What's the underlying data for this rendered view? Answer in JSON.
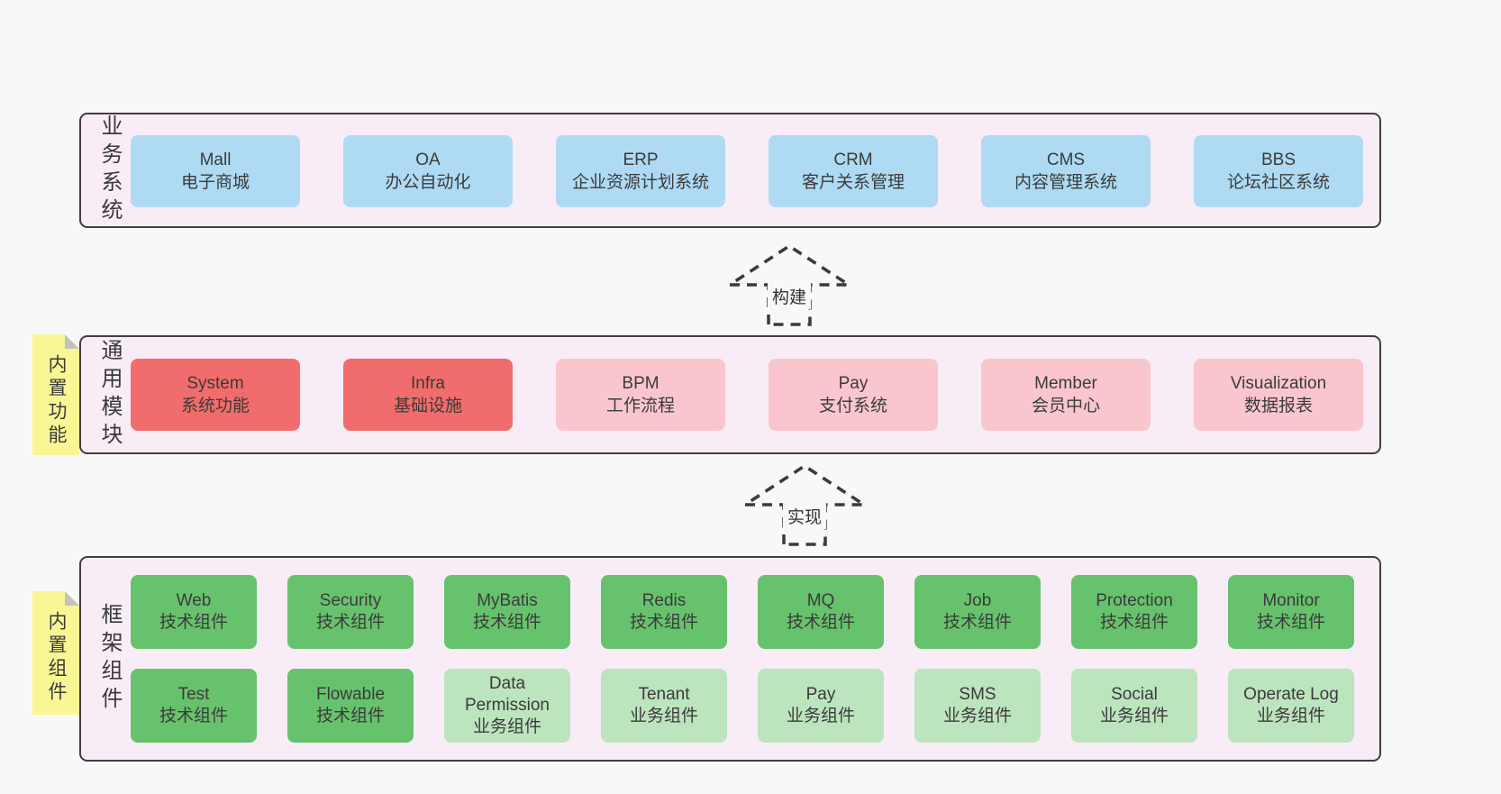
{
  "palette": {
    "blue": "#aedaf3",
    "red": "#f16c6c",
    "pink": "#f9c6ce",
    "green": "#67c26d",
    "light_green": "#bce4bd",
    "note_yellow": "#f8f793",
    "fold_gray": "#c2c2c2",
    "layer_bg": "#f8edf6",
    "border_dark": "#3f3f3f"
  },
  "arrows": {
    "build": "构建",
    "implement": "实现"
  },
  "layers": {
    "business": {
      "label": "业务系统",
      "rows": [
        [
          {
            "title": "Mall",
            "subtitle": "电子商城",
            "variant": "blue"
          },
          {
            "title": "OA",
            "subtitle": "办公自动化",
            "variant": "blue"
          },
          {
            "title": "ERP",
            "subtitle": "企业资源计划系统",
            "variant": "blue"
          },
          {
            "title": "CRM",
            "subtitle": "客户关系管理",
            "variant": "blue"
          },
          {
            "title": "CMS",
            "subtitle": "内容管理系统",
            "variant": "blue"
          },
          {
            "title": "BBS",
            "subtitle": "论坛社区系统",
            "variant": "blue"
          }
        ]
      ]
    },
    "modules": {
      "label": "通用模块",
      "note": "内置功能",
      "rows": [
        [
          {
            "title": "System",
            "subtitle": "系统功能",
            "variant": "red"
          },
          {
            "title": "Infra",
            "subtitle": "基础设施",
            "variant": "red"
          },
          {
            "title": "BPM",
            "subtitle": "工作流程",
            "variant": "pink"
          },
          {
            "title": "Pay",
            "subtitle": "支付系统",
            "variant": "pink"
          },
          {
            "title": "Member",
            "subtitle": "会员中心",
            "variant": "pink"
          },
          {
            "title": "Visualization",
            "subtitle": "数据报表",
            "variant": "pink"
          }
        ]
      ]
    },
    "framework": {
      "label": "框架组件",
      "note": "内置组件",
      "rows": [
        [
          {
            "title": "Web",
            "subtitle": "技术组件",
            "variant": "green"
          },
          {
            "title": "Security",
            "subtitle": "技术组件",
            "variant": "green"
          },
          {
            "title": "MyBatis",
            "subtitle": "技术组件",
            "variant": "green"
          },
          {
            "title": "Redis",
            "subtitle": "技术组件",
            "variant": "green"
          },
          {
            "title": "MQ",
            "subtitle": "技术组件",
            "variant": "green"
          },
          {
            "title": "Job",
            "subtitle": "技术组件",
            "variant": "green"
          },
          {
            "title": "Protection",
            "subtitle": "技术组件",
            "variant": "green"
          },
          {
            "title": "Monitor",
            "subtitle": "技术组件",
            "variant": "green"
          }
        ],
        [
          {
            "title": "Test",
            "subtitle": "技术组件",
            "variant": "green"
          },
          {
            "title": "Flowable",
            "subtitle": "技术组件",
            "variant": "green"
          },
          {
            "title": "Data Permission",
            "subtitle": "业务组件",
            "variant": "light_green"
          },
          {
            "title": "Tenant",
            "subtitle": "业务组件",
            "variant": "light_green"
          },
          {
            "title": "Pay",
            "subtitle": "业务组件",
            "variant": "light_green"
          },
          {
            "title": "SMS",
            "subtitle": "业务组件",
            "variant": "light_green"
          },
          {
            "title": "Social",
            "subtitle": "业务组件",
            "variant": "light_green"
          },
          {
            "title": "Operate Log",
            "subtitle": "业务组件",
            "variant": "light_green"
          }
        ]
      ]
    }
  }
}
